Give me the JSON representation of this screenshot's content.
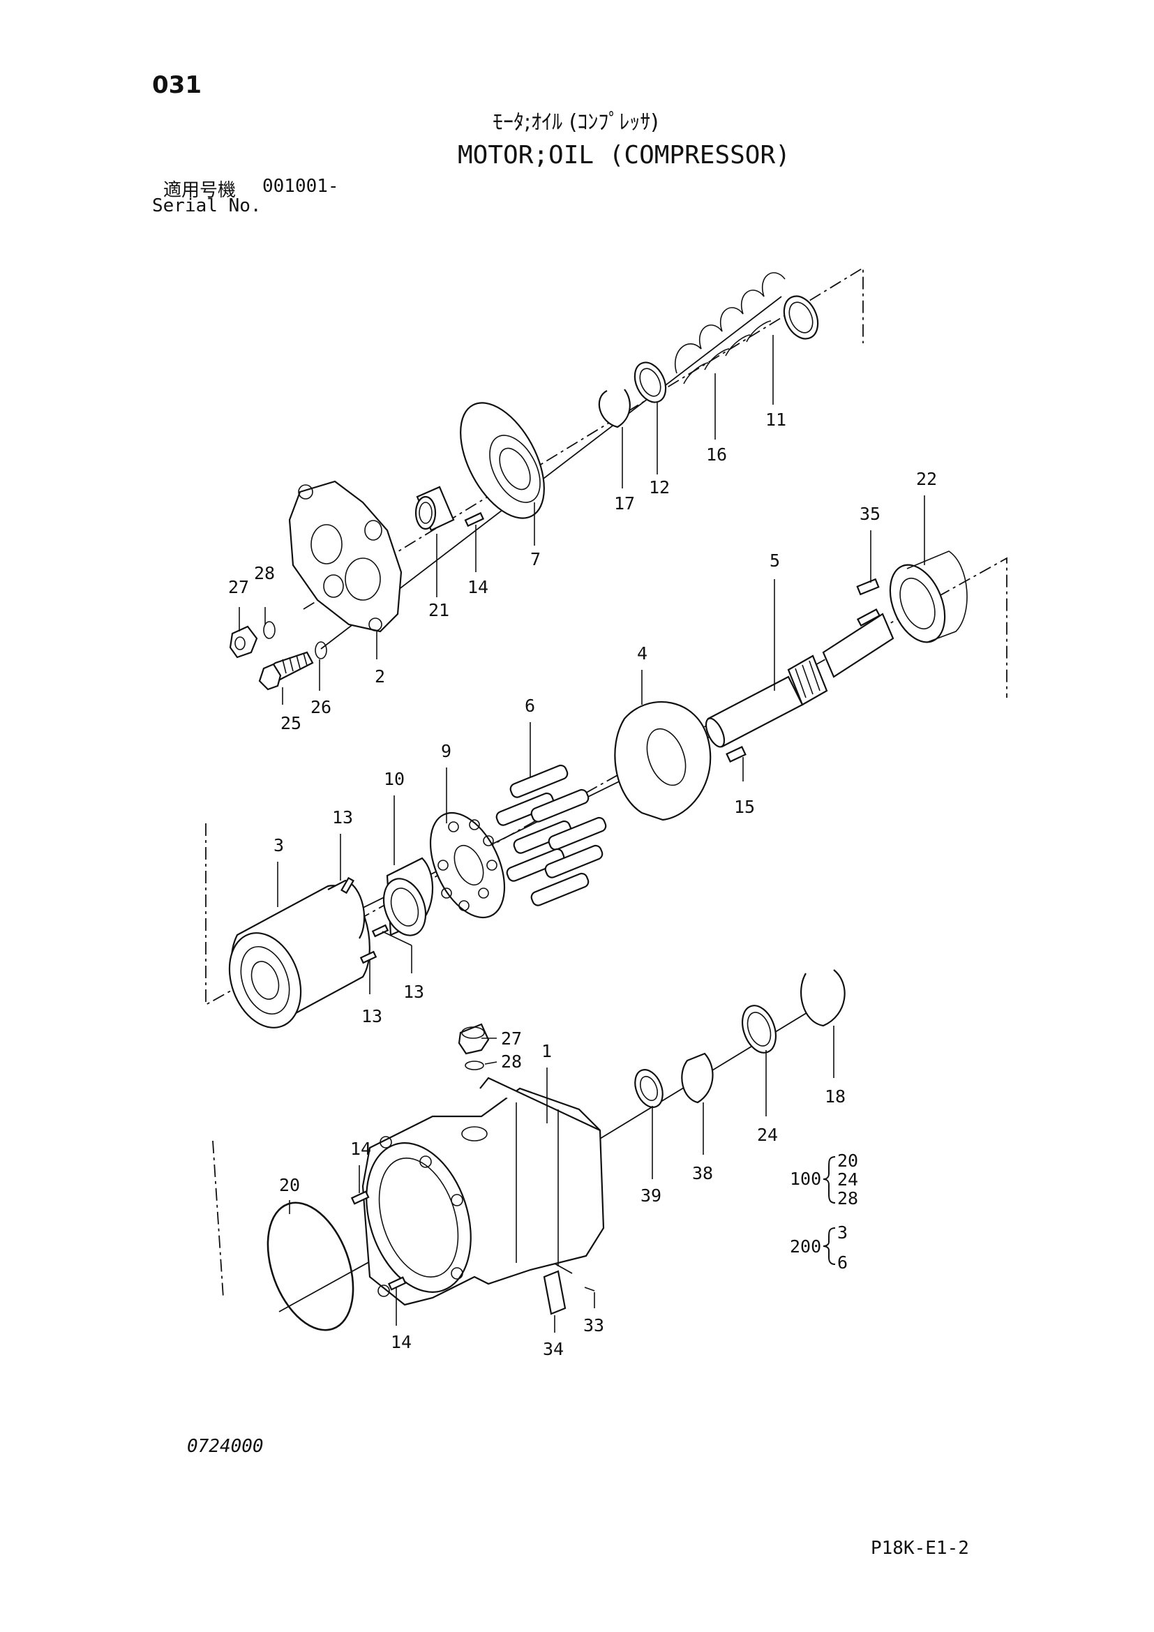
{
  "page": {
    "number": "031",
    "title_jp": "ﾓｰﾀ;ｵｲﾙ (ｺﾝﾌﾟﾚｯｻ)",
    "title_en": "MOTOR;OIL (COMPRESSOR)",
    "serial_label_jp": "適用号機",
    "serial_range": "001001-",
    "serial_label_en": "Serial No.",
    "figure_code": "0724000",
    "page_code": "P18K-E1-2"
  },
  "callouts": {
    "c1": "1",
    "c2": "2",
    "c3": "3",
    "c4": "4",
    "c5": "5",
    "c6": "6",
    "c7": "7",
    "c9": "9",
    "c10": "10",
    "c11": "11",
    "c12": "12",
    "c13a": "13",
    "c13b": "13",
    "c13c": "13",
    "c14a": "14",
    "c14b": "14",
    "c14c": "14",
    "c15": "15",
    "c16": "16",
    "c17": "17",
    "c18": "18",
    "c20": "20",
    "c21": "21",
    "c22": "22",
    "c24": "24",
    "c25": "25",
    "c26": "26",
    "c27a": "27",
    "c27b": "27",
    "c28a": "28",
    "c28b": "28",
    "c33": "33",
    "c34": "34",
    "c35": "35",
    "c38": "38",
    "c39": "39"
  },
  "kits": {
    "k100": {
      "number": "100",
      "items": [
        "20",
        "24",
        "28"
      ]
    },
    "k200": {
      "number": "200",
      "items": [
        "3",
        "6"
      ]
    }
  }
}
